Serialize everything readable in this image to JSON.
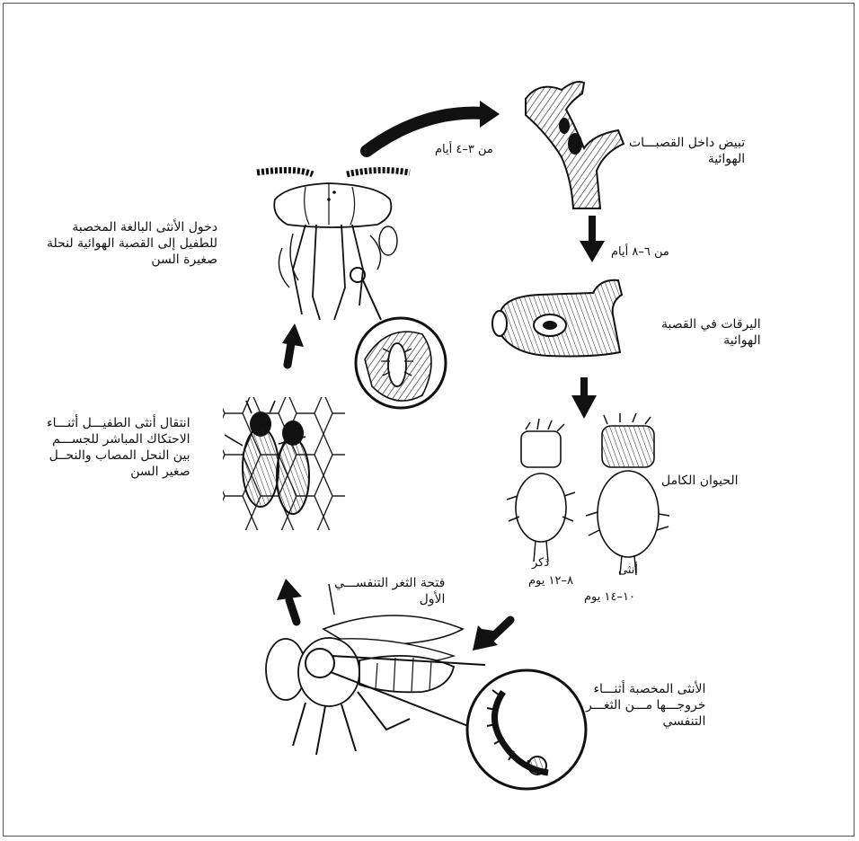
{
  "diagram": {
    "stages": {
      "eggs": "تبيض داخل القصبـــات\nالهوائية",
      "larvae": "اليرقات في القصبة\nالهوائية",
      "adult": "الحيوان الكامل",
      "female_exit": "الأنثى المخصبة أثنـــاء\nخروجـــها مـــن الثغـــر\nالتنفسي",
      "spiracle": "فتحة الثغر التنفســـي\nالأول",
      "transfer": "انتقال أنثى الطفيـــل أثنـــاء\nالاحتكاك المباشر للجســـم\nبين النحل المصاب والنحــل\nصغير السن",
      "entry": "دخول الأنثى البالغة المخصبة\nللطفيل إلى القصبة الهوائية لنحلة\nصغيرة السن"
    },
    "durations": {
      "to_eggs": "من ٣–٤ أيام",
      "to_larvae": "من ٦–٨ أيام"
    },
    "sexes": {
      "male": "ذكر",
      "male_days": "٨–١٢ يوم",
      "female": "أنثى",
      "female_days": "١٠–١٤ يوم"
    }
  }
}
